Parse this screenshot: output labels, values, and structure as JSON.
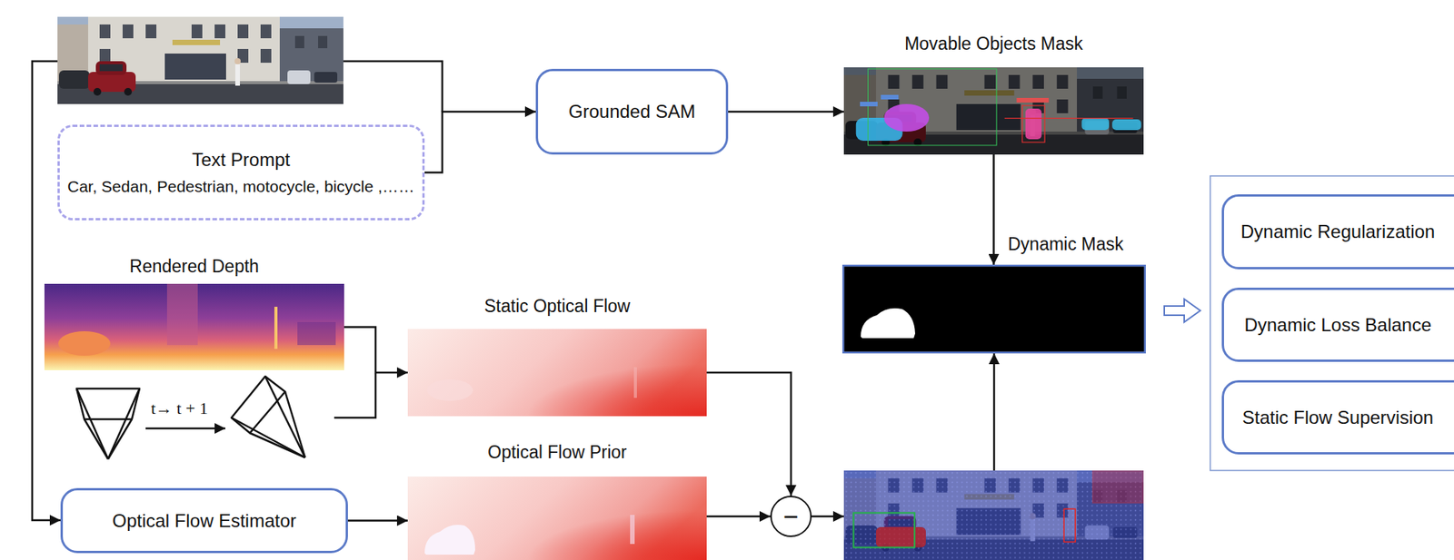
{
  "diagram": {
    "nodes": [
      {
        "text": [
          "Text Prompt",
          "Car, Sedan, Pedestrian, motocycle, bicycle ,……"
        ]
      },
      {
        "text": [
          "Grounded SAM"
        ]
      },
      {
        "text": [
          "Movable Objects Mask"
        ]
      },
      {
        "text": [
          "Dynamic Mask"
        ]
      },
      {
        "text": [
          "Dynamic Regularization"
        ]
      },
      {
        "text": [
          "Dynamic Loss Balance"
        ]
      },
      {
        "text": [
          "Static Flow Supervision"
        ]
      },
      {
        "text": [
          "Rendered Depth"
        ]
      },
      {
        "text": [
          "Static Optical Flow"
        ]
      },
      {
        "text": [
          "Optical Flow Prior"
        ]
      },
      {
        "text": [
          "Optical Flow Estimator"
        ]
      },
      {
        "text": [
          "−"
        ]
      }
    ],
    "edges": [
      {
        "from": 0,
        "to": 1,
        "arrow": "to"
      },
      {
        "from": 1,
        "to": 2,
        "arrow": "to"
      },
      {
        "from": 2,
        "to": 3,
        "arrow": "to"
      },
      {
        "from": 7,
        "to": 8,
        "arrow": "to"
      },
      {
        "from": 10,
        "to": 9,
        "arrow": "to"
      },
      {
        "from": 8,
        "to": 11,
        "arrow": "to"
      },
      {
        "from": 9,
        "to": 11,
        "arrow": "to"
      }
    ],
    "labels": [
      "t→ t + 1"
    ]
  }
}
